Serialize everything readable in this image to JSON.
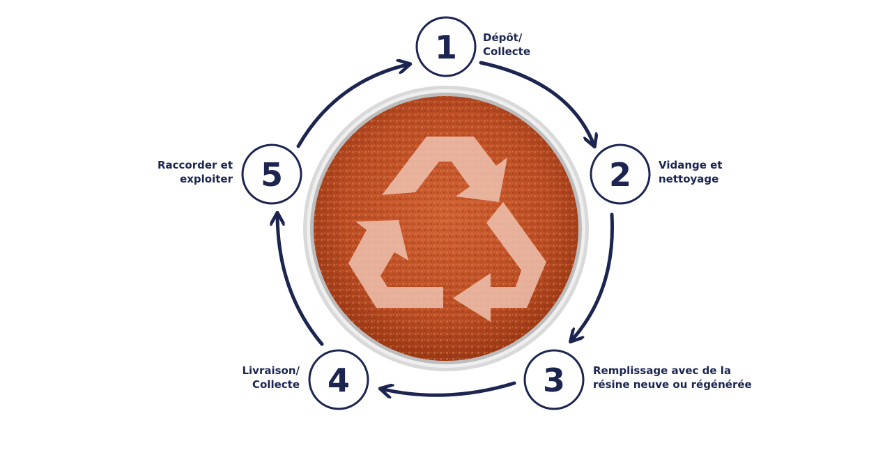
{
  "diagram": {
    "colors": {
      "navy": "#1b2550",
      "rim": "#c9c9c9",
      "resin": "#c2542a",
      "resin_dark": "#8e2e12",
      "resin_light": "#e07b4a",
      "symbol": "#f0c6b4"
    },
    "center_image": {
      "icon": "recycle-icon",
      "description": "orange ion exchange resin beads in a metal container"
    },
    "steps": [
      {
        "number": "1",
        "line1": "Dépôt/",
        "line2": "Collecte"
      },
      {
        "number": "2",
        "line1": "Vidange et",
        "line2": "nettoyage"
      },
      {
        "number": "3",
        "line1": "Remplissage avec de la",
        "line2": "résine neuve ou régénérée"
      },
      {
        "number": "4",
        "line1": "Livraison/",
        "line2": "Collecte"
      },
      {
        "number": "5",
        "line1": "Raccorder et",
        "line2": "exploiter"
      }
    ]
  }
}
